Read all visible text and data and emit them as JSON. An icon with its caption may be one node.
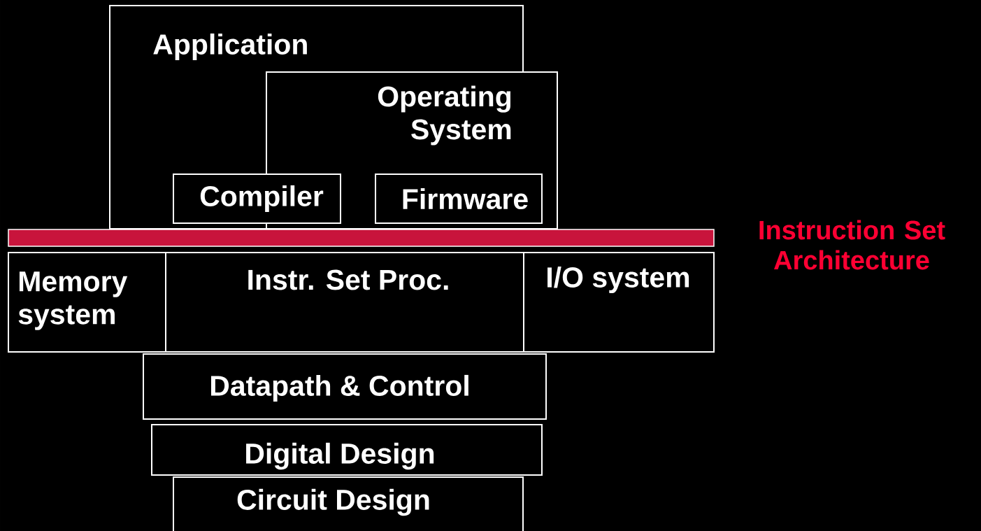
{
  "diagram": {
    "nodes": [
      {
        "text": [
          "Application"
        ]
      },
      {
        "text": [
          "Operating System"
        ]
      },
      {
        "text": [
          "Compiler"
        ],
        "in": 0
      },
      {
        "text": [
          "Firmware"
        ],
        "in": 1
      },
      {
        "text": [],
        "shape": "bar",
        "beside": [
          "Instruction Set Architecture"
        ]
      },
      {
        "text": [
          "Memory system"
        ]
      },
      {
        "text": [
          "Instr. Set Proc."
        ]
      },
      {
        "text": [
          "I/O system"
        ]
      },
      {
        "text": [
          "Datapath & Control"
        ]
      },
      {
        "text": [
          "Digital Design"
        ]
      },
      {
        "text": [
          "Circuit Design"
        ]
      }
    ]
  }
}
